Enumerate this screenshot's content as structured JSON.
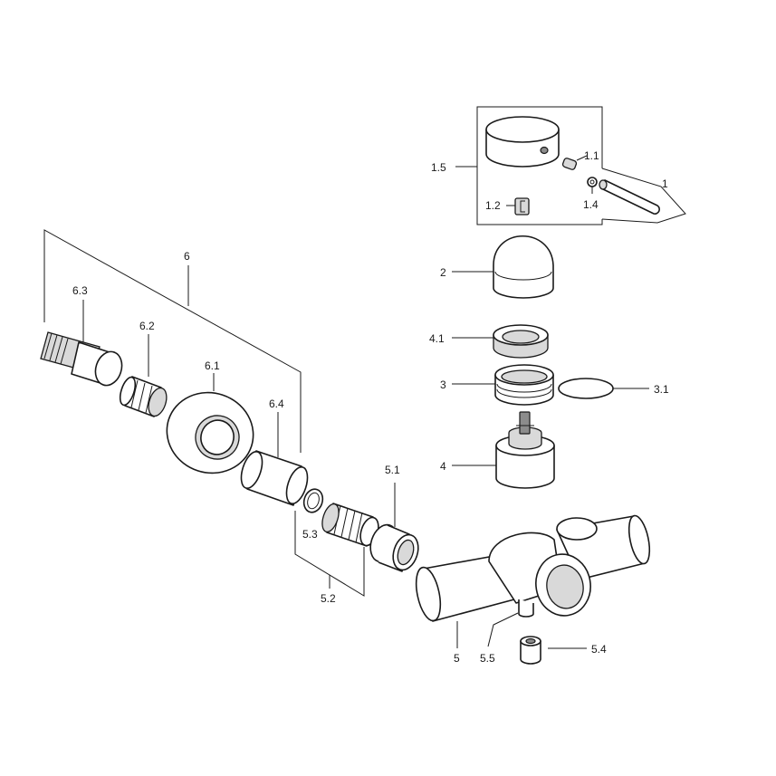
{
  "labels": {
    "p1": "1",
    "p1_1": "1.1",
    "p1_2": "1.2",
    "p1_4": "1.4",
    "p1_5": "1.5",
    "p2": "2",
    "p3": "3",
    "p3_1": "3.1",
    "p4": "4",
    "p4_1": "4.1",
    "p5": "5",
    "p5_1": "5.1",
    "p5_2": "5.2",
    "p5_3": "5.3",
    "p5_4": "5.4",
    "p5_5": "5.5",
    "p6": "6",
    "p6_1": "6.1",
    "p6_2": "6.2",
    "p6_3": "6.3",
    "p6_4": "6.4"
  }
}
